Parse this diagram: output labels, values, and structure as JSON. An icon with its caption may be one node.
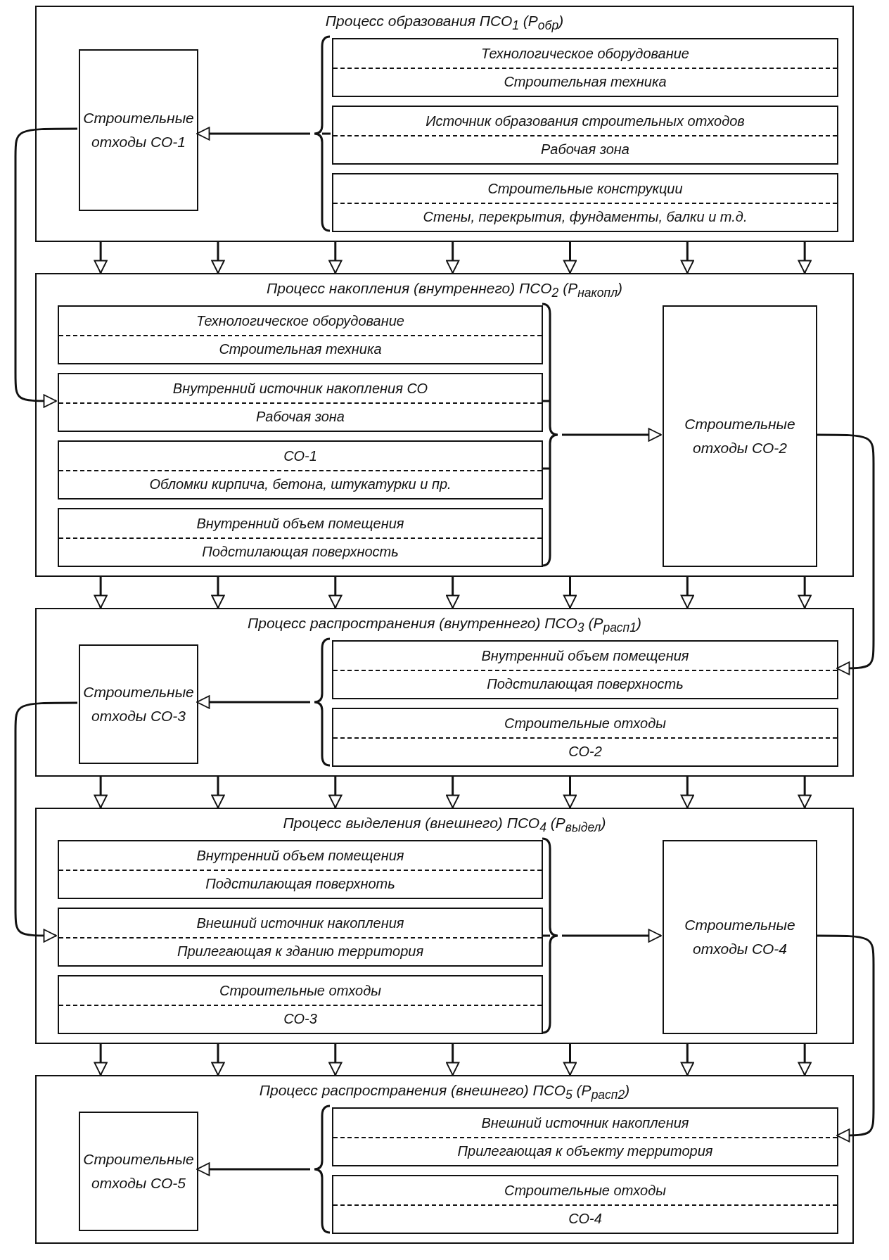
{
  "diagram": {
    "nodes": [
      {
        "text": [
          "Процесс образования ПСО$_{1}$ (P$_{обр}$)"
        ]
      },
      {
        "text": [
          "Строительные отходы СО-1"
        ],
        "in": 0
      },
      {
        "text": [
          "Технологическое оборудование",
          "Строительная техника"
        ],
        "in": 0
      },
      {
        "text": [
          "Источник образования строительных отходов",
          "Рабочая зона"
        ],
        "in": 0
      },
      {
        "text": [
          "Строительные конструкции",
          "Стены, перекрытия, фундаменты, балки и т.д."
        ],
        "in": 0
      },
      {
        "text": [
          "Процесс накопления (внутреннего) ПСО$_{2}$ (P$_{накопл}$)"
        ]
      },
      {
        "text": [
          "Технологическое оборудование",
          "Строительная техника"
        ],
        "in": 5
      },
      {
        "text": [
          "Внутренний источник накопления СО",
          "Рабочая зона"
        ],
        "in": 5
      },
      {
        "text": [
          "СО-1",
          "Обломки кирпича, бетона, штукатурки и пр."
        ],
        "in": 5
      },
      {
        "text": [
          "Внутренний объем помещения",
          "Подстилающая поверхность"
        ],
        "in": 5
      },
      {
        "text": [
          "Строительные отходы СО-2"
        ],
        "in": 5
      },
      {
        "text": [
          "Процесс распространения (внутреннего) ПСО$_{3}$ (P$_{расп1}$)"
        ]
      },
      {
        "text": [
          "Строительные отходы СО-3"
        ],
        "in": 11
      },
      {
        "text": [
          "Внутренний объем помещения",
          "Подстилающая поверхность"
        ],
        "in": 11
      },
      {
        "text": [
          "Строительные отходы",
          "СО-2"
        ],
        "in": 11
      },
      {
        "text": [
          "Процесс выделения (внешнего) ПСО$_{4}$ (P$_{выдел}$)"
        ]
      },
      {
        "text": [
          "Внутренний объем помещения",
          "Подстилающая поверхноть"
        ],
        "in": 15
      },
      {
        "text": [
          "Внешний источник накопления",
          "Прилегающая к зданию территория"
        ],
        "in": 15
      },
      {
        "text": [
          "Строительные отходы",
          "СО-3"
        ],
        "in": 15
      },
      {
        "text": [
          "Строительные отходы СО-4"
        ],
        "in": 15
      },
      {
        "text": [
          "Процесс распространения (внешнего) ПСО$_{5}$ (P$_{расп2}$)"
        ]
      },
      {
        "text": [
          "Строительные отходы СО-5"
        ],
        "in": 20
      },
      {
        "text": [
          "Внешний источник накопления",
          "Прилегающая к объекту территория"
        ],
        "in": 20
      },
      {
        "text": [
          "Строительные отходы",
          "СО-4"
        ],
        "in": 20
      }
    ],
    "edges": [
      {
        "from": 2,
        "to": 1,
        "arrow": "to"
      },
      {
        "from": 3,
        "to": 1,
        "arrow": "to"
      },
      {
        "from": 4,
        "to": 1,
        "arrow": "to"
      },
      {
        "from": 0,
        "to": 5,
        "arrow": "to"
      },
      {
        "from": 0,
        "to": 5,
        "arrow": "to"
      },
      {
        "from": 0,
        "to": 5,
        "arrow": "to"
      },
      {
        "from": 0,
        "to": 5,
        "arrow": "to"
      },
      {
        "from": 0,
        "to": 5,
        "arrow": "to"
      },
      {
        "from": 0,
        "to": 5,
        "arrow": "to"
      },
      {
        "from": 0,
        "to": 5,
        "arrow": "to"
      },
      {
        "from": 1,
        "to": 7,
        "arrow": "to"
      },
      {
        "from": 6,
        "to": 10,
        "arrow": "to"
      },
      {
        "from": 7,
        "to": 10,
        "arrow": "to"
      },
      {
        "from": 8,
        "to": 10,
        "arrow": "to"
      },
      {
        "from": 9,
        "to": 10,
        "arrow": "to"
      },
      {
        "from": 5,
        "to": 11,
        "arrow": "to"
      },
      {
        "from": 5,
        "to": 11,
        "arrow": "to"
      },
      {
        "from": 5,
        "to": 11,
        "arrow": "to"
      },
      {
        "from": 5,
        "to": 11,
        "arrow": "to"
      },
      {
        "from": 5,
        "to": 11,
        "arrow": "to"
      },
      {
        "from": 5,
        "to": 11,
        "arrow": "to"
      },
      {
        "from": 5,
        "to": 11,
        "arrow": "to"
      },
      {
        "from": 10,
        "to": 13,
        "arrow": "to"
      },
      {
        "from": 13,
        "to": 12,
        "arrow": "to"
      },
      {
        "from": 14,
        "to": 12,
        "arrow": "to"
      },
      {
        "from": 11,
        "to": 15,
        "arrow": "to"
      },
      {
        "from": 11,
        "to": 15,
        "arrow": "to"
      },
      {
        "from": 11,
        "to": 15,
        "arrow": "to"
      },
      {
        "from": 11,
        "to": 15,
        "arrow": "to"
      },
      {
        "from": 11,
        "to": 15,
        "arrow": "to"
      },
      {
        "from": 11,
        "to": 15,
        "arrow": "to"
      },
      {
        "from": 11,
        "to": 15,
        "arrow": "to"
      },
      {
        "from": 12,
        "to": 17,
        "arrow": "to"
      },
      {
        "from": 16,
        "to": 19,
        "arrow": "to"
      },
      {
        "from": 17,
        "to": 19,
        "arrow": "to"
      },
      {
        "from": 18,
        "to": 19,
        "arrow": "to"
      },
      {
        "from": 15,
        "to": 20,
        "arrow": "to"
      },
      {
        "from": 15,
        "to": 20,
        "arrow": "to"
      },
      {
        "from": 15,
        "to": 20,
        "arrow": "to"
      },
      {
        "from": 15,
        "to": 20,
        "arrow": "to"
      },
      {
        "from": 15,
        "to": 20,
        "arrow": "to"
      },
      {
        "from": 15,
        "to": 20,
        "arrow": "to"
      },
      {
        "from": 15,
        "to": 20,
        "arrow": "to"
      },
      {
        "from": 19,
        "to": 22,
        "arrow": "to"
      },
      {
        "from": 22,
        "to": 21,
        "arrow": "to"
      },
      {
        "from": 23,
        "to": 21,
        "arrow": "to"
      }
    ]
  }
}
